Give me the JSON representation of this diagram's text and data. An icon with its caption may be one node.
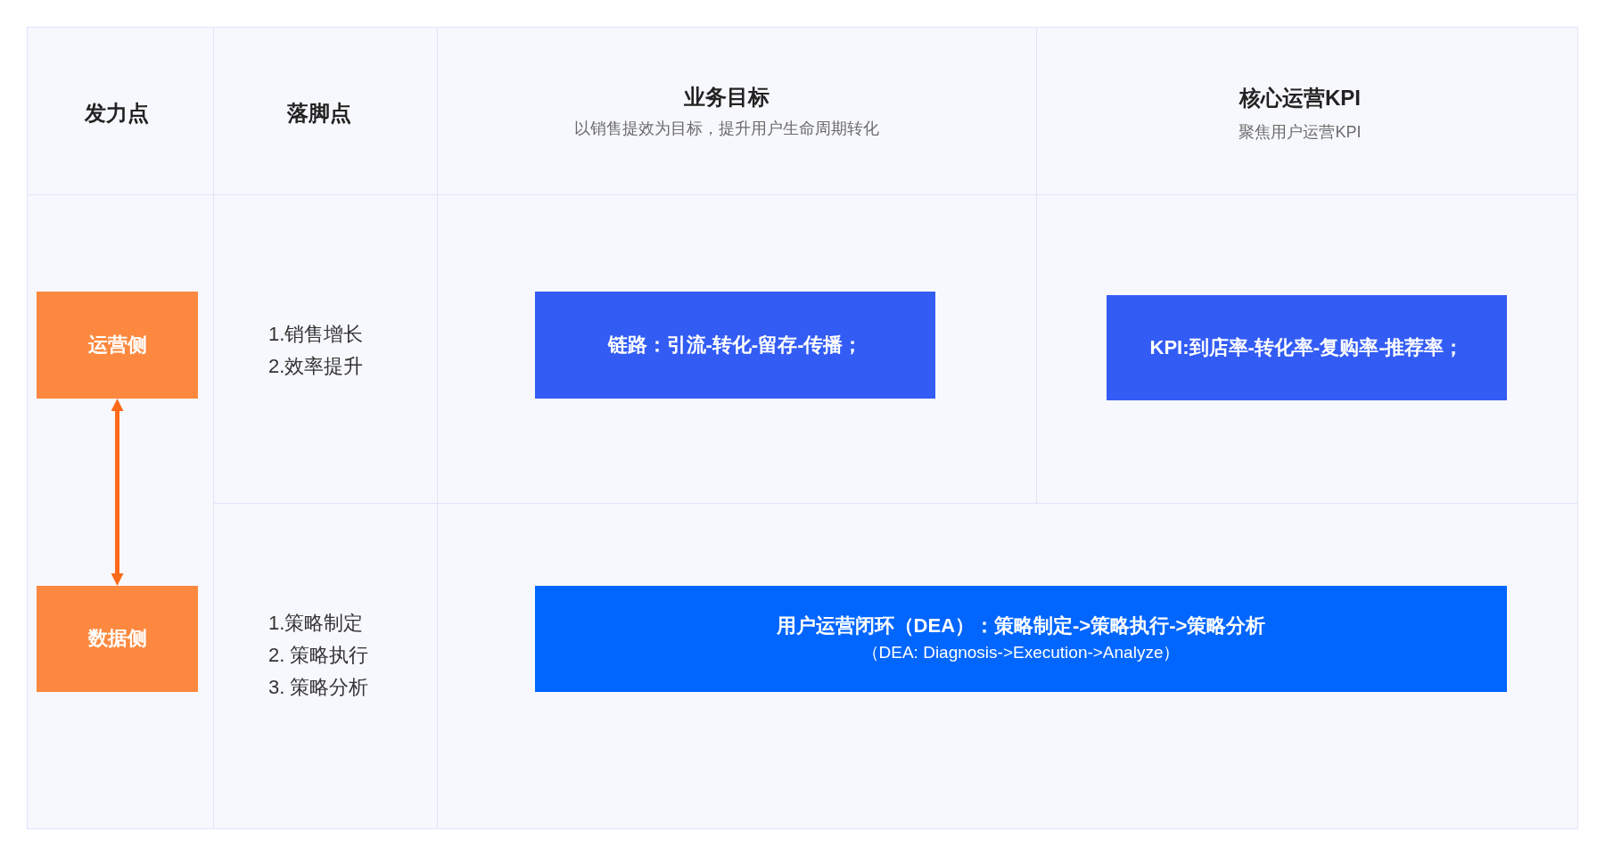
{
  "diagram": {
    "nodes": [
      {
        "text": [
          "运营侧"
        ]
      },
      {
        "text": [
          "链路：引流-转化-留存-传播；"
        ]
      },
      {
        "text": [
          "KPI:到店率-转化率-复购率-推荐率；"
        ]
      },
      {
        "text": [
          "数据侧"
        ]
      },
      {
        "text": [
          "用户运营闭环（DEA）：策略制定->策略执行->策略分析",
          "（DEA: Diagnosis->Execution->Analyze）"
        ]
      }
    ],
    "edges": [
      {
        "from": 0,
        "to": 3,
        "arrow": "both"
      }
    ],
    "labels": [
      "发力点",
      "落脚点",
      "业务目标",
      "以销售提效为目标，提升用户生命周期转化",
      "核心运营KPI",
      "聚焦用户运营KPI",
      "1.销售增长",
      "2.效率提升",
      "1.策略制定",
      "2. 策略执行",
      "3. 策略分析"
    ]
  }
}
